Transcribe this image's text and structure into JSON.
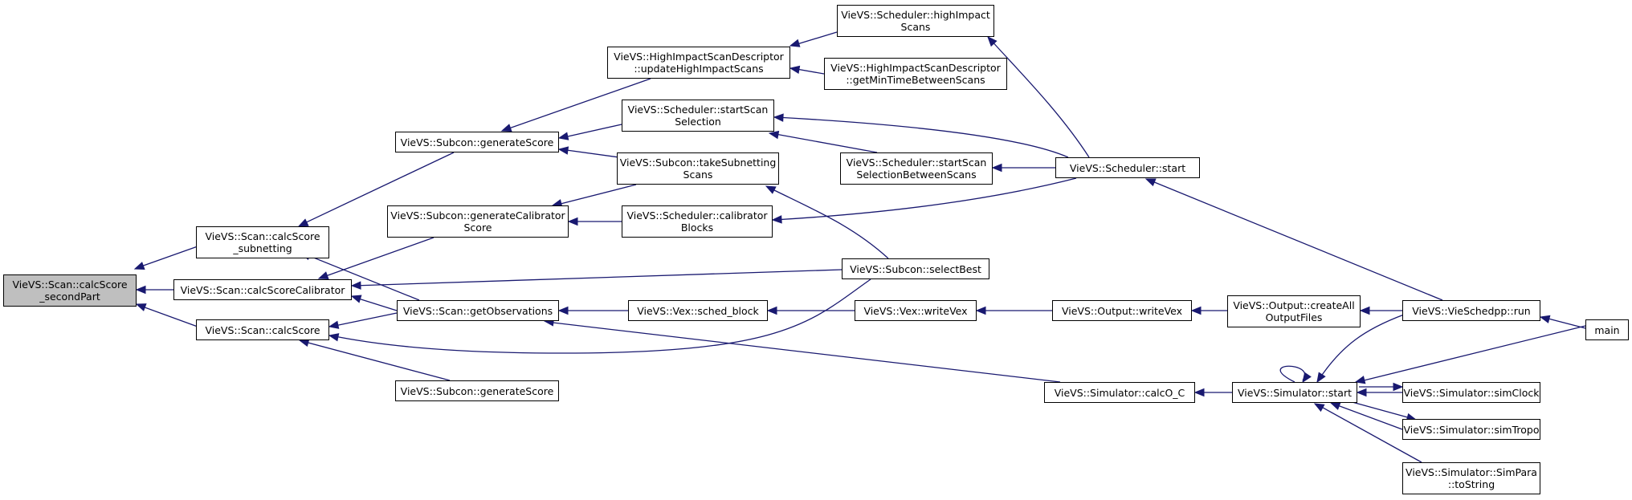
{
  "graph": {
    "colors": {
      "edge": "#191970",
      "root_fill": "#bfbfbf",
      "node_fill": "#ffffff",
      "border": "#000000"
    },
    "nodes": {
      "root": [
        "VieVS::Scan::calcScore",
        "_secondPart"
      ],
      "calc_score_subnetting": [
        "VieVS::Scan::calcScore",
        "_subnetting"
      ],
      "calc_score_calibrator": [
        "VieVS::Scan::calcScoreCalibrator"
      ],
      "calc_score": [
        "VieVS::Scan::calcScore"
      ],
      "subcon_generate_score_top": [
        "VieVS::Subcon::generateScore"
      ],
      "subcon_generate_calibrator_score": [
        "VieVS::Subcon::generateCalibrator",
        "Score"
      ],
      "scan_get_observations": [
        "VieVS::Scan::getObservations"
      ],
      "subcon_generate_score_bottom": [
        "VieVS::Subcon::generateScore"
      ],
      "hisd_update": [
        "VieVS::HighImpactScanDescriptor",
        "::updateHighImpactScans"
      ],
      "scheduler_start_scan_selection": [
        "VieVS::Scheduler::startScan",
        "Selection"
      ],
      "subcon_take_subnetting": [
        "VieVS::Subcon::takeSubnetting",
        "Scans"
      ],
      "scheduler_calibrator_blocks": [
        "VieVS::Scheduler::calibrator",
        "Blocks"
      ],
      "vex_sched_block": [
        "VieVS::Vex::sched_block"
      ],
      "scheduler_high_impact": [
        "VieVS::Scheduler::highImpact",
        "Scans"
      ],
      "hisd_get_min_time": [
        "VieVS::HighImpactScanDescriptor",
        "::getMinTimeBetweenScans"
      ],
      "scheduler_start_scan_selection_between": [
        "VieVS::Scheduler::startScan",
        "SelectionBetweenScans"
      ],
      "subcon_select_best": [
        "VieVS::Subcon::selectBest"
      ],
      "vex_write_vex": [
        "VieVS::Vex::writeVex"
      ],
      "scheduler_start": [
        "VieVS::Scheduler::start"
      ],
      "output_write_vex": [
        "VieVS::Output::writeVex"
      ],
      "simulator_calc_o_c": [
        "VieVS::Simulator::calcO_C"
      ],
      "output_create_all": [
        "VieVS::Output::createAll",
        "OutputFiles"
      ],
      "simulator_start": [
        "VieVS::Simulator::start"
      ],
      "vieschedpp_run": [
        "VieVS::VieSchedpp::run"
      ],
      "simulator_sim_clock": [
        "VieVS::Simulator::simClock"
      ],
      "simulator_sim_tropo": [
        "VieVS::Simulator::simTropo"
      ],
      "simulator_simpara_tostring": [
        "VieVS::Simulator::SimPara",
        "::toString"
      ],
      "main": [
        "main"
      ]
    }
  }
}
